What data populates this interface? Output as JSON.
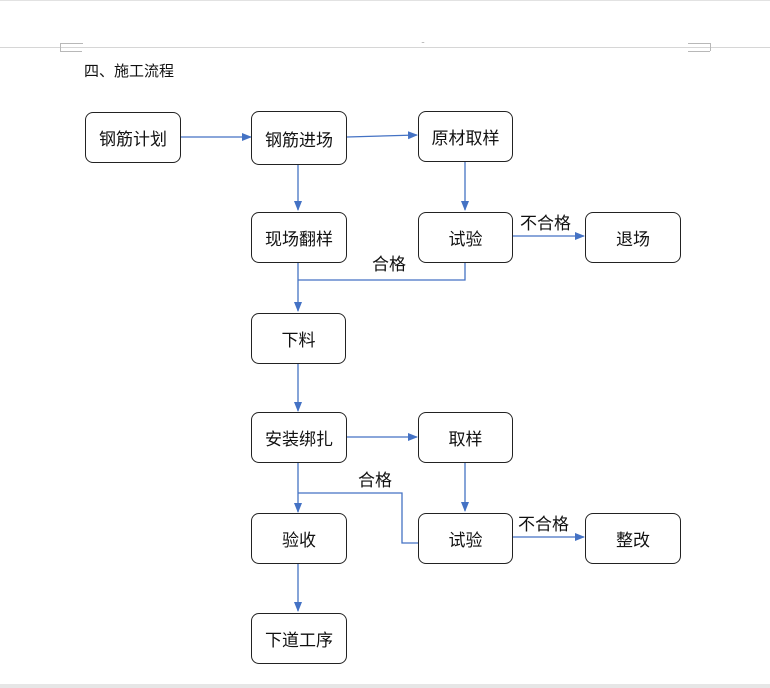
{
  "document": {
    "heading": "四、施工流程",
    "header_mark": "˜"
  },
  "flowchart": {
    "nodes": {
      "steel_plan": "钢筋计划",
      "steel_arrival": "钢筋进场",
      "raw_sampling": "原材取样",
      "on_site_layout": "现场翻样",
      "test_1": "试验",
      "return_site": "退场",
      "cutting": "下料",
      "install_binding": "安装绑扎",
      "sampling": "取样",
      "acceptance": "验收",
      "test_2": "试验",
      "rectify": "整改",
      "next_process": "下道工序"
    },
    "labels": {
      "pass_1": "合格",
      "fail_1": "不合格",
      "pass_2": "合格",
      "fail_2": "不合格"
    },
    "colors": {
      "arrow": "#4472c4",
      "box_border": "#222222"
    }
  }
}
